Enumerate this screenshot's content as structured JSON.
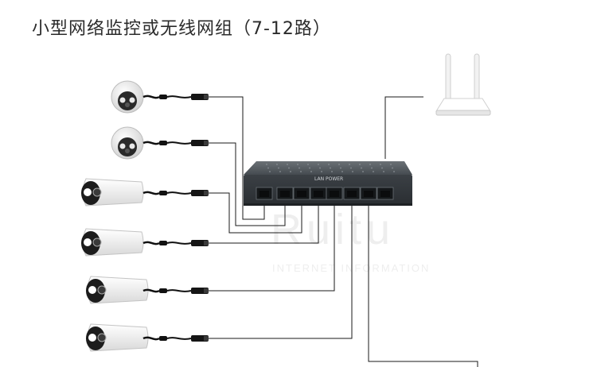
{
  "title": "小型网络监控或无线网组（7-12路）",
  "switch": {
    "label": "LAN POWER",
    "port_count": 8
  },
  "watermark": {
    "text": "Ruitu",
    "subtext": "INTERNET INFORMATION"
  },
  "cameras": [
    {
      "type": "dome"
    },
    {
      "type": "dome"
    },
    {
      "type": "bullet"
    },
    {
      "type": "bullet"
    },
    {
      "type": "bullet"
    },
    {
      "type": "bullet"
    }
  ],
  "colors": {
    "cable": "#1a1a1a",
    "switch_body": "#4a5055",
    "camera_body": "#f3f3f3",
    "router_body": "#fafafa"
  }
}
